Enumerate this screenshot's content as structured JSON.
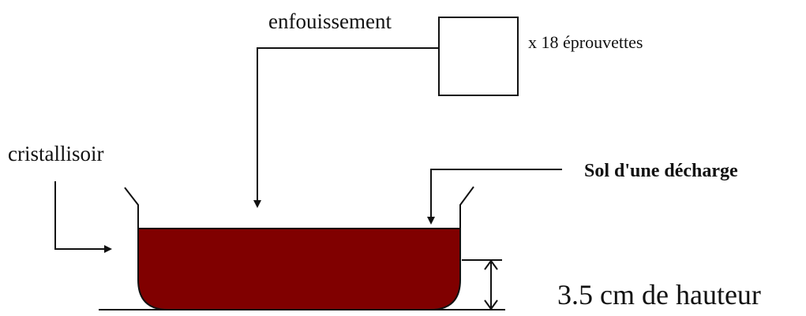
{
  "labels": {
    "burial": "enfouissement",
    "specimen_count": "x 18 éprouvettes",
    "container": "cristallisoir",
    "soil": "Sol d'une décharge",
    "height": "3.5 cm de hauteur"
  },
  "colors": {
    "soil_fill": "#800000",
    "line": "#111111",
    "background": "#ffffff"
  }
}
